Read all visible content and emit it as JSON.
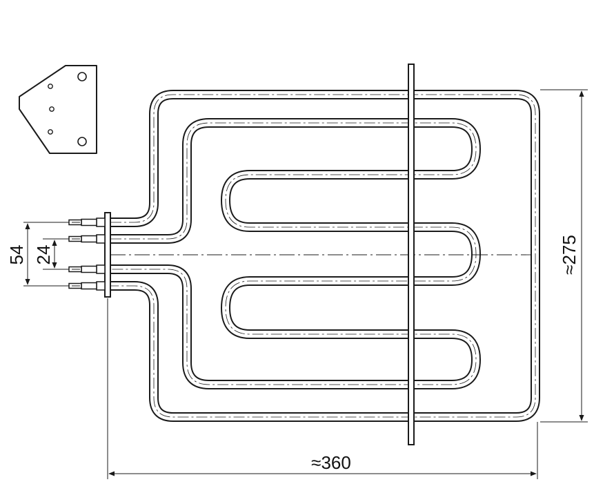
{
  "dimensions": {
    "width_label": "≈360",
    "height_label": "≈275",
    "outer_pitch_label": "54",
    "inner_pitch_label": "24"
  },
  "colors": {
    "line": "#1a1a1a",
    "tube_fill": "#ffffff",
    "background": "#ffffff"
  }
}
